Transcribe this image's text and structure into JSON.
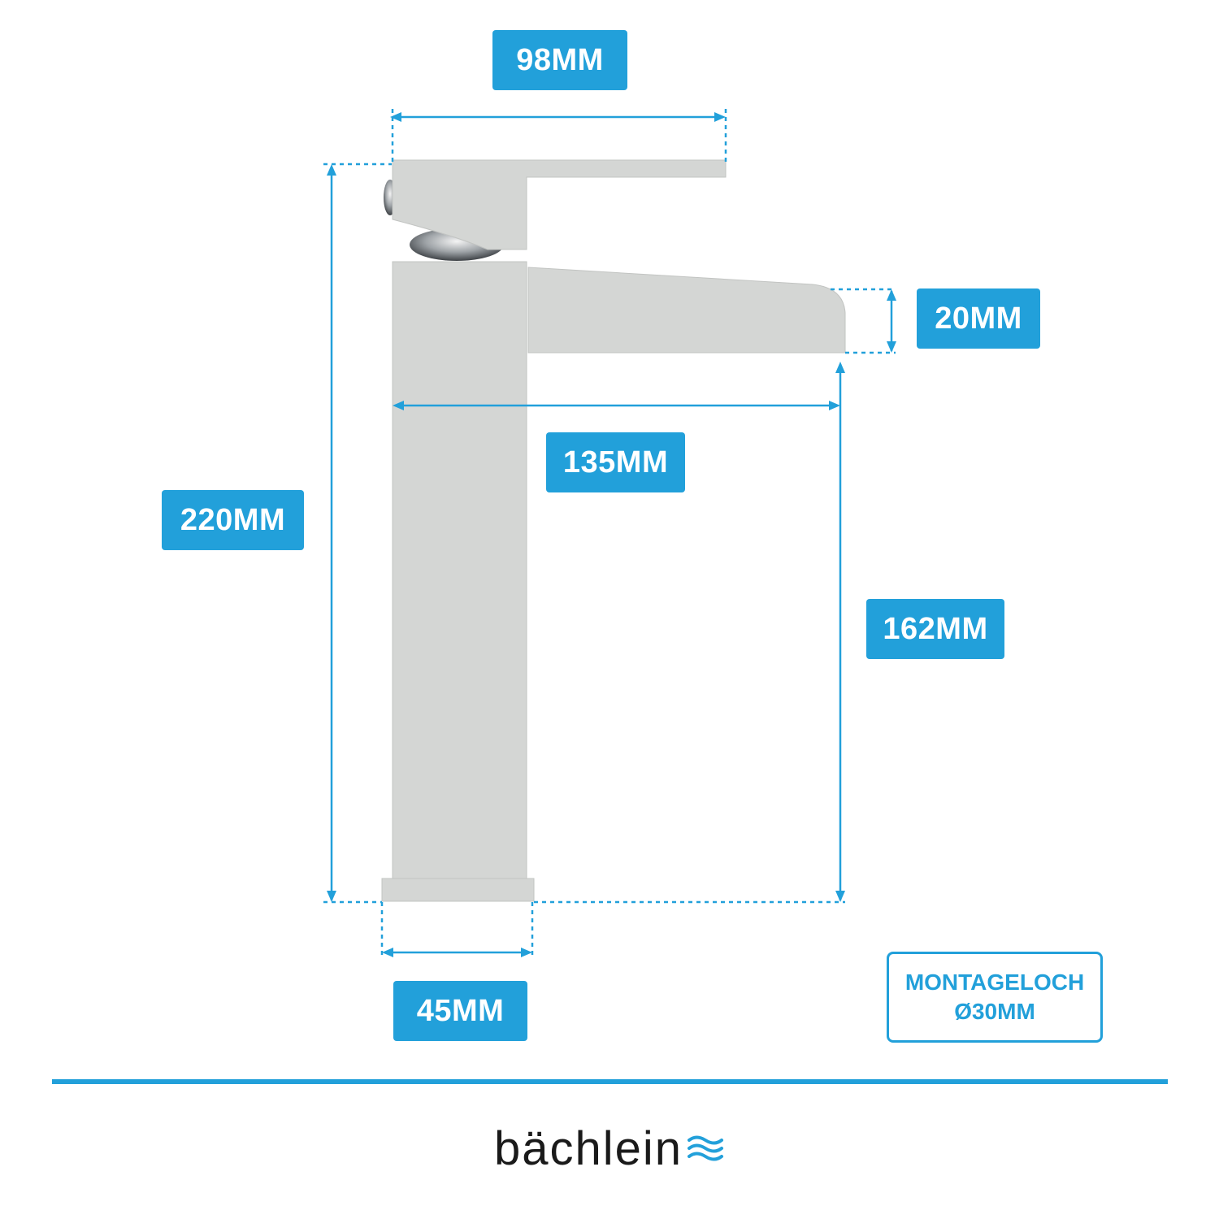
{
  "dimensions": {
    "handle_width": "98MM",
    "spout_height": "20MM",
    "spout_reach": "135MM",
    "total_height": "220MM",
    "outlet_height": "162MM",
    "base_width": "45MM"
  },
  "note": {
    "line1": "MONTAGELOCH",
    "line2": "Ø30MM"
  },
  "brand": {
    "name": "bächlein",
    "logo_icon": "wave-lines-icon"
  },
  "colors": {
    "accent": "#22a0da",
    "faucet": "#d4d6d4",
    "faucet_edge": "#c6c8c6",
    "text_dark": "#1a1a1a"
  }
}
